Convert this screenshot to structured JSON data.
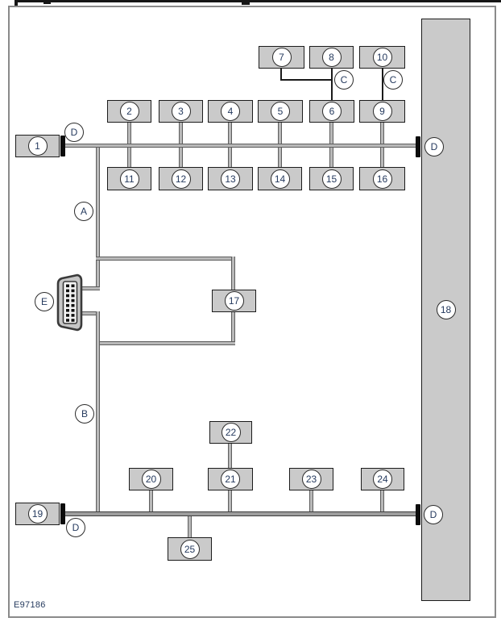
{
  "figure_code": "E97186",
  "module_callouts": [
    "1",
    "2",
    "3",
    "4",
    "5",
    "6",
    "7",
    "8",
    "9",
    "10",
    "11",
    "12",
    "13",
    "14",
    "15",
    "16",
    "17",
    "18",
    "19",
    "20",
    "21",
    "22",
    "23",
    "24",
    "25"
  ],
  "circuit_badges": {
    "branch_a": "A",
    "branch_b": "B",
    "junction_c": "C",
    "terminator_d": "D",
    "dlc_e": "E"
  },
  "colors": {
    "box_fill": "#cacaca",
    "box_border": "#1c1c1c",
    "bus_core": "#b9b9b9",
    "bus_edge": "#5d5d5d",
    "bus2_core": "#9d9d9d",
    "bus2_edge": "#3c3c3c",
    "thin_line": "#1b1b1b",
    "terminator": "#0c0c0c",
    "frame_border": "#8a8a8a",
    "text": "#253a5e"
  }
}
